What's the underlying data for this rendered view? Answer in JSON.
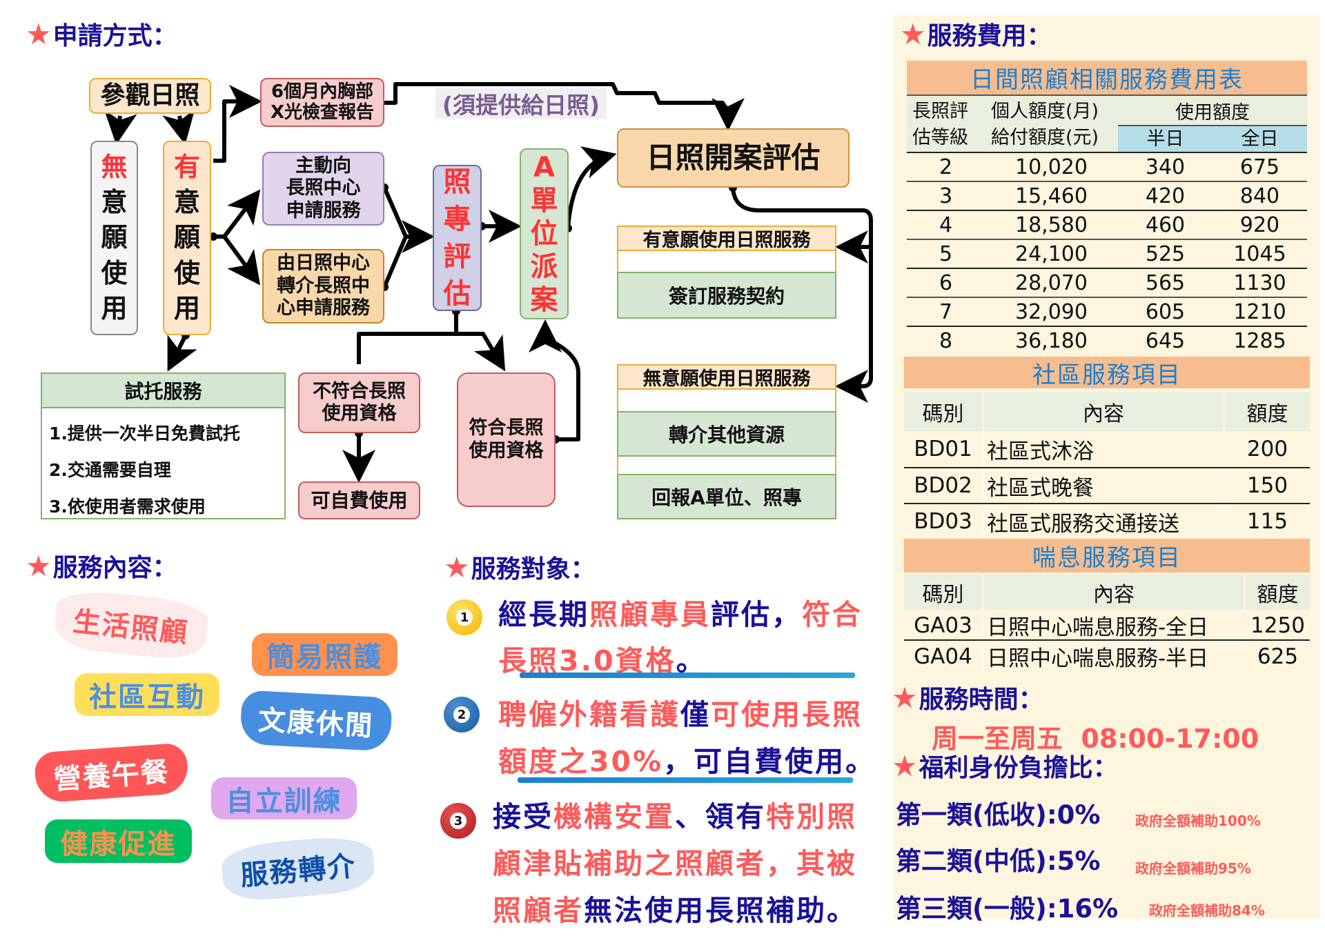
{
  "apply": {
    "title": "申請方式：",
    "visit": "參觀日照",
    "unwilling": [
      "無",
      "意",
      "願",
      "使",
      "用"
    ],
    "willing": [
      "有",
      "意",
      "願",
      "使",
      "用"
    ],
    "xray": [
      "6個月內胸部",
      "X光檢查報告"
    ],
    "xray_note": "(須提供給日照)",
    "self_apply": [
      "主動向",
      "長照中心",
      "申請服務"
    ],
    "referral": [
      "由日照中心",
      "轉介長照中",
      "心申請服務"
    ],
    "assessment": [
      "照",
      "專",
      "評",
      "估"
    ],
    "dispatch": [
      "A",
      "單",
      "位",
      "派",
      "案"
    ],
    "open_case": "日照開案評估",
    "willing_service": "有意願使用日照服務",
    "sign_contract": "簽訂服務契約",
    "unwilling_service": "無意願使用日照服務",
    "refer_other": "轉介其他資源",
    "report_back": "回報A單位、照專",
    "trial": {
      "title": "試托服務",
      "items": [
        "1.提供一次半日免費試托",
        "2.交通需要自理",
        "3.依使用者需求使用"
      ]
    },
    "not_eligible": [
      "不符合長照",
      "使用資格"
    ],
    "self_pay": "可自費使用",
    "eligible": [
      "符合長照",
      "使用資格"
    ]
  },
  "content": {
    "title": "服務內容：",
    "badges": [
      "生活照顧",
      "簡易照護",
      "社區互動",
      "文康休閒",
      "營養午餐",
      "自立訓練",
      "健康促進",
      "服務轉介"
    ]
  },
  "target": {
    "title": "服務對象：",
    "items": [
      {
        "num": "1",
        "lines": [
          [
            {
              "t": "經長期",
              "c": "navy"
            },
            {
              "t": "照顧專員",
              "c": "coral"
            },
            {
              "t": "評估，",
              "c": "navy"
            },
            {
              "t": "符合",
              "c": "coral"
            }
          ],
          [
            {
              "t": "長照3.0資格",
              "c": "coral"
            },
            {
              "t": "。",
              "c": "navy"
            }
          ]
        ]
      },
      {
        "num": "2",
        "lines": [
          [
            {
              "t": "聘僱外籍看護",
              "c": "coral"
            },
            {
              "t": "僅",
              "c": "navy"
            },
            {
              "t": "可使用長照",
              "c": "coral"
            }
          ],
          [
            {
              "t": "額度之30%",
              "c": "coral"
            },
            {
              "t": "，可自費使用。",
              "c": "navy"
            }
          ]
        ]
      },
      {
        "num": "3",
        "lines": [
          [
            {
              "t": "接受",
              "c": "navy"
            },
            {
              "t": "機構安置",
              "c": "coral"
            },
            {
              "t": "、領有",
              "c": "navy"
            },
            {
              "t": "特別照",
              "c": "coral"
            }
          ],
          [
            {
              "t": "顧津貼補助之照顧者，其被",
              "c": "coral"
            }
          ],
          [
            {
              "t": "照顧者",
              "c": "coral"
            },
            {
              "t": "無法使用長照補助。",
              "c": "navy"
            }
          ]
        ]
      }
    ]
  },
  "fees": {
    "title": "服務費用：",
    "table_title": "日間照顧相關服務費用表",
    "col_level": [
      "長照評",
      "估等級"
    ],
    "col_quota": [
      "個人額度(月)",
      "給付額度(元)"
    ],
    "col_usage": "使用額度",
    "col_half": "半日",
    "col_full": "全日",
    "rows": [
      [
        "2",
        "10,020",
        "340",
        "675"
      ],
      [
        "3",
        "15,460",
        "420",
        "840"
      ],
      [
        "4",
        "18,580",
        "460",
        "920"
      ],
      [
        "5",
        "24,100",
        "525",
        "1045"
      ],
      [
        "6",
        "28,070",
        "565",
        "1130"
      ],
      [
        "7",
        "32,090",
        "605",
        "1210"
      ],
      [
        "8",
        "36,180",
        "645",
        "1285"
      ]
    ],
    "community": {
      "title": "社區服務項目",
      "headers": [
        "碼別",
        "內容",
        "額度"
      ],
      "rows": [
        [
          "BD01",
          "社區式沐浴",
          "200"
        ],
        [
          "BD02",
          "社區式晚餐",
          "150"
        ],
        [
          "BD03",
          "社區式服務交通接送",
          "115"
        ]
      ]
    },
    "respite": {
      "title": "喘息服務項目",
      "headers": [
        "碼別",
        "內容",
        "額度"
      ],
      "rows": [
        [
          "GA03",
          "日照中心喘息服務-全日",
          "1250"
        ],
        [
          "GA04",
          "日照中心喘息服務-半日",
          "625"
        ]
      ]
    }
  },
  "hours": {
    "title": "服務時間：",
    "value": "周一至周五  08:00-17:00"
  },
  "welfare": {
    "title": "福利身份負擔比：",
    "items": [
      {
        "label": "第一類(低收):0%",
        "note": "政府全額補助100%"
      },
      {
        "label": "第二類(中低):5%",
        "note": "政府全額補助95%"
      },
      {
        "label": "第三類(一般):16%",
        "note": "政府全額補助84%"
      }
    ]
  },
  "colors": {
    "navy": "#1a1199",
    "coral": "#ff5a5a",
    "orange_header": "#f8bd8e",
    "panel": "#fdf5de"
  }
}
